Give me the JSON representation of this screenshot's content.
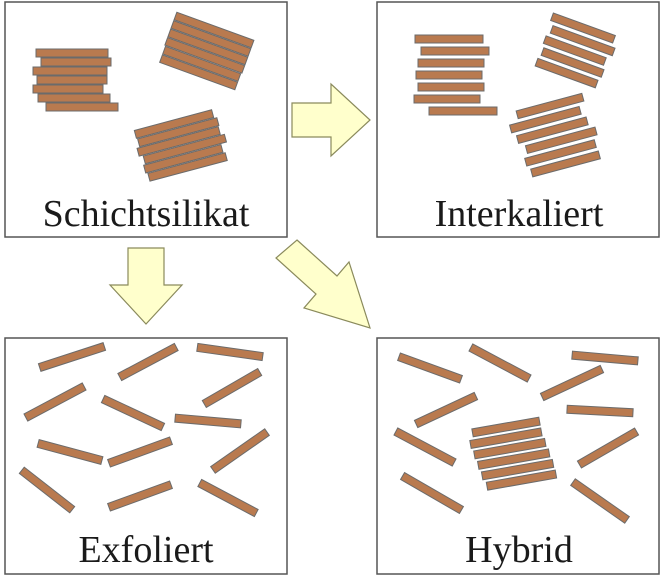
{
  "colors": {
    "plate_fill": "#b97a4f",
    "arrow_fill": "#ffffcc",
    "panel_stroke": "#555555"
  },
  "panels": {
    "schichtsilikat": {
      "label": "Schichtsilikat"
    },
    "interkaliert": {
      "label": "Interkaliert"
    },
    "exfoliert": {
      "label": "Exfoliert"
    },
    "hybrid": {
      "label": "Hybrid"
    }
  },
  "arrows": [
    {
      "from": "Schichtsilikat",
      "to": "Interkaliert"
    },
    {
      "from": "Schichtsilikat",
      "to": "Exfoliert"
    },
    {
      "from": "Schichtsilikat",
      "to": "Hybrid"
    }
  ]
}
